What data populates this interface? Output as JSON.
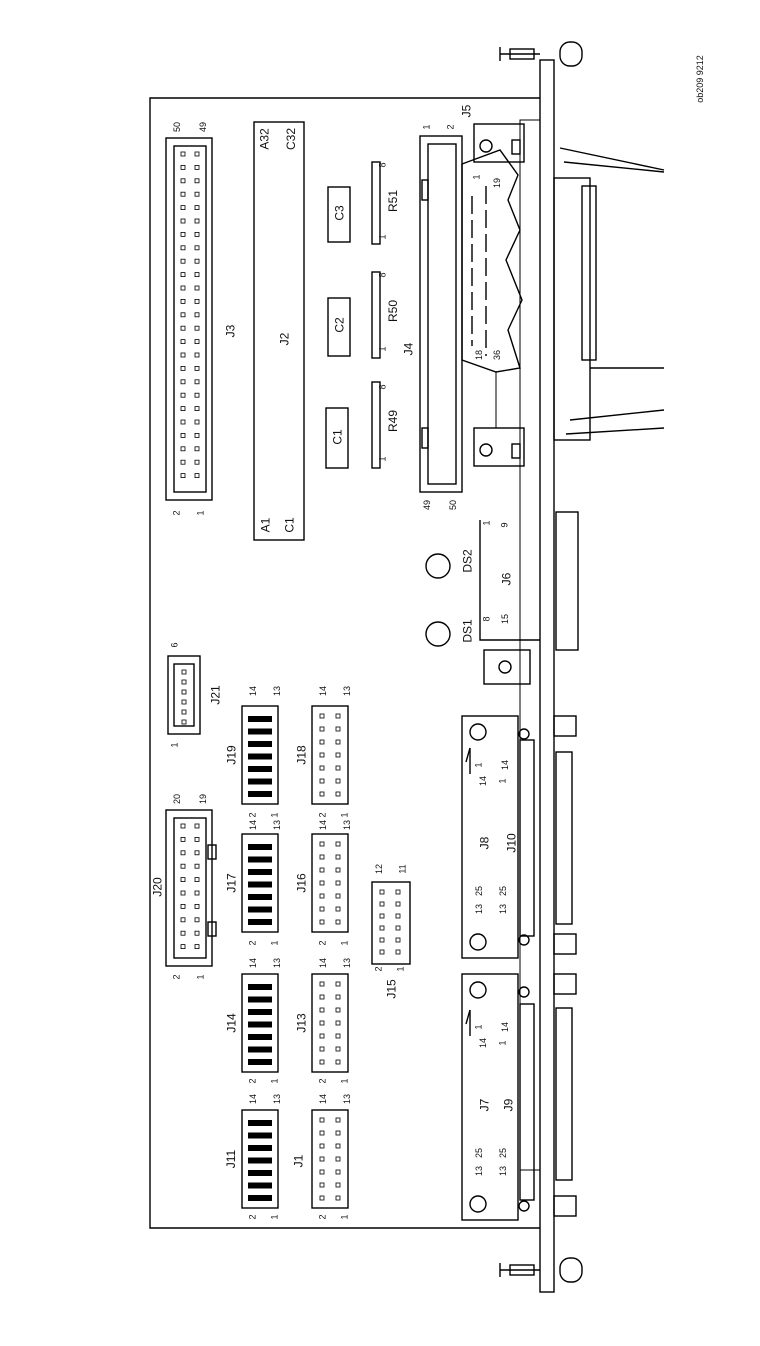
{
  "figure_id": "ob209 9212",
  "connectors": {
    "J1": "J1",
    "J2": "J2",
    "J3": "J3",
    "J4": "J4",
    "J5": "J5",
    "J6": "J6",
    "J7": "J7",
    "J8": "J8",
    "J9": "J9",
    "J10": "J10",
    "J11": "J11",
    "J13": "J13",
    "J14": "J14",
    "J15": "J15",
    "J16": "J16",
    "J17": "J17",
    "J18": "J18",
    "J19": "J19",
    "J20": "J20",
    "J21": "J21"
  },
  "components": {
    "C1": "C1",
    "C2": "C2",
    "C3": "C3",
    "R49": "R49",
    "R50": "R50",
    "R51": "R51",
    "DS1": "DS1",
    "DS2": "DS2"
  },
  "pins": {
    "j3_top": [
      "50",
      "49"
    ],
    "j3_bottom": [
      "2",
      "1"
    ],
    "j2_top": [
      "A32",
      "C32"
    ],
    "j2_bottom": [
      "A1",
      "C1"
    ],
    "j4_top": [
      "1",
      "2"
    ],
    "j4_bottom": [
      "49",
      "50"
    ],
    "j5_inner_top": [
      "1",
      "19"
    ],
    "j5_inner_bottom": [
      "18",
      "36"
    ],
    "res_pins": [
      "1",
      "8"
    ],
    "j6_top": [
      "1",
      "9"
    ],
    "j6_bottom": [
      "8",
      "15"
    ],
    "j21": [
      "6",
      "1"
    ],
    "j20_top": [
      "20",
      "19"
    ],
    "j20_bottom": [
      "2",
      "1"
    ],
    "header_14_13": [
      "14",
      "13"
    ],
    "header_2_1": [
      "2",
      "1"
    ],
    "j15_top": [
      "12",
      "11"
    ],
    "j15_bottom": [
      "2",
      "1"
    ],
    "dsub_top_a": [
      "1",
      "14"
    ],
    "dsub_top_b": [
      "14",
      "1"
    ],
    "dsub_bottom_a": [
      "13",
      "25"
    ],
    "dsub_bottom_b": [
      "13",
      "25"
    ]
  }
}
